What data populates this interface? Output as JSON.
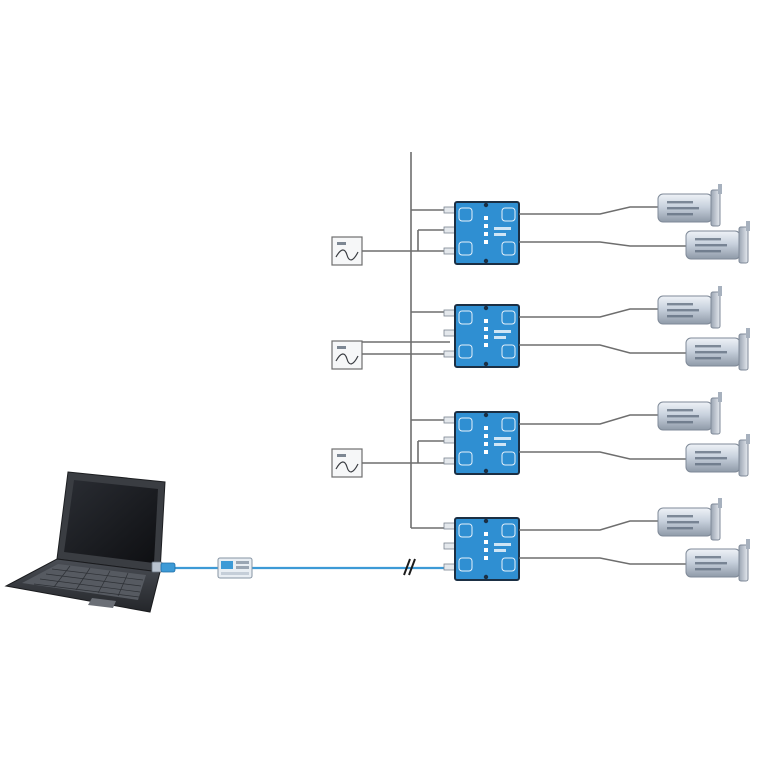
{
  "diagram": {
    "network": {
      "laptop": "laptop-icon",
      "usb_plug": "usb-plug-icon",
      "interface": "usb-interface-icon",
      "line_break": "cable-break-icon"
    },
    "controllers": [
      {
        "id": "ctrl-1",
        "sensor": "ac-sensor-icon",
        "motors": [
          "motor-1a",
          "motor-1b"
        ]
      },
      {
        "id": "ctrl-2",
        "sensor": "ac-sensor-icon",
        "motors": [
          "motor-2a",
          "motor-2b"
        ]
      },
      {
        "id": "ctrl-3",
        "sensor": "ac-sensor-icon",
        "motors": [
          "motor-3a",
          "motor-3b"
        ]
      },
      {
        "id": "ctrl-4",
        "sensor": null,
        "motors": [
          "motor-4a",
          "motor-4b"
        ]
      }
    ],
    "colors": {
      "bus_line": "#3d9ad6",
      "controller_body": "#2f8fd2",
      "controller_border": "#1b2f44",
      "wire": "#6e6e6e",
      "motor_body": "#c9d2de",
      "laptop_body": "#3a3d42"
    }
  }
}
